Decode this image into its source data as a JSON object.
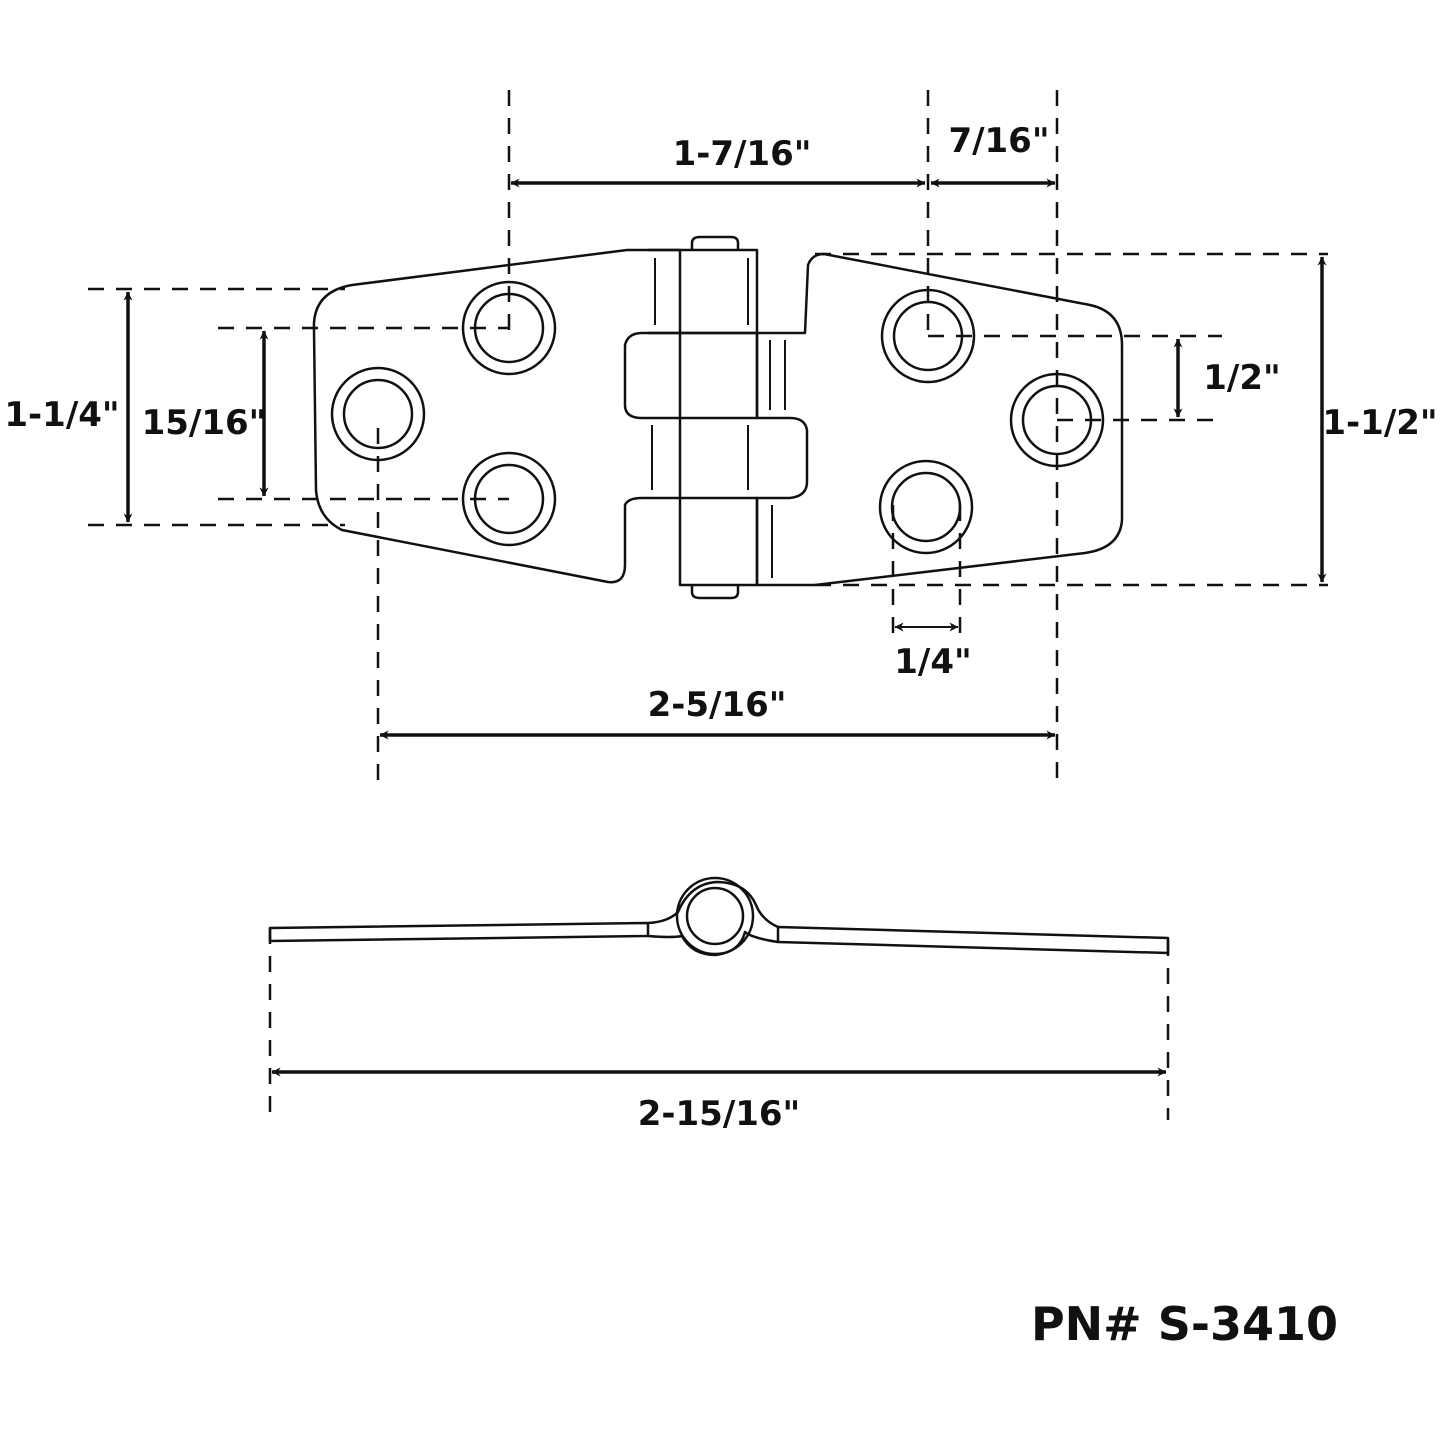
{
  "dimensions": {
    "hole_span_top": "1-7/16\"",
    "edge_offset_top": "7/16\"",
    "left_overall_height": "1-1/4\"",
    "left_hole_spacing": "15/16\"",
    "right_hole_offset": "1/2\"",
    "right_overall_height": "1-1/2\"",
    "hole_diameter": "1/4\"",
    "hole_span_bottom": "2-5/16\"",
    "open_width": "2-15/16\""
  },
  "part_number": "PN# S-3410",
  "colors": {
    "line": "#111111",
    "background": "#ffffff"
  }
}
